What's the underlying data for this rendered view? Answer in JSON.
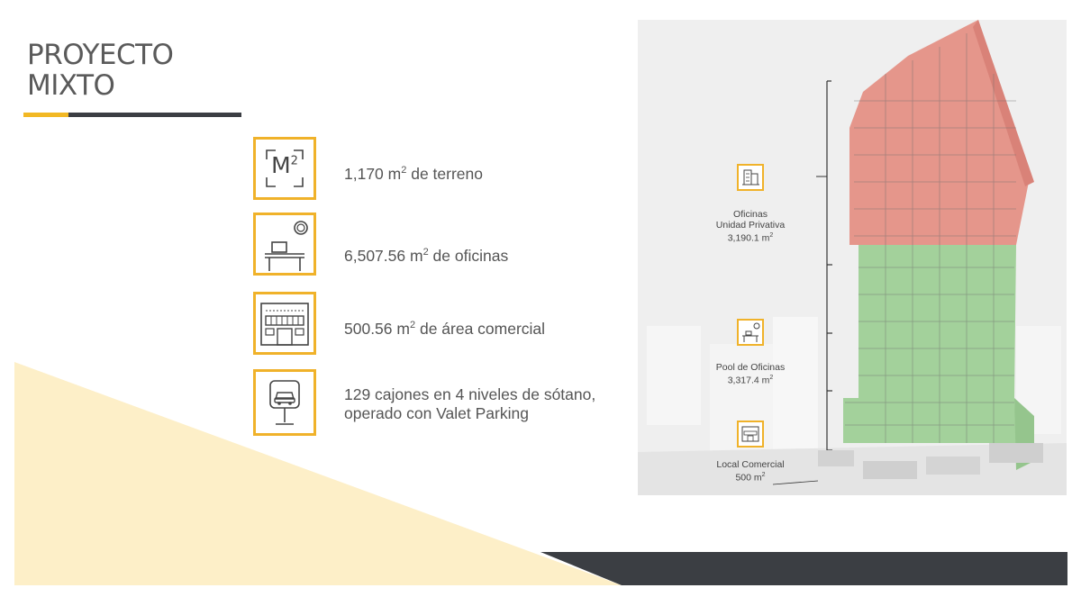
{
  "title": {
    "line1": "PROYECTO",
    "line2": "MIXTO"
  },
  "features": [
    {
      "icon": "m2-area-icon",
      "icon_text": "M",
      "icon_sup": "2",
      "value": "1,170 m",
      "sup": "2",
      "rest": " de terreno"
    },
    {
      "icon": "office-desk-icon",
      "value": "6,507.56 m",
      "sup": "2",
      "rest": " de oficinas"
    },
    {
      "icon": "storefront-icon",
      "value": "500.56 m",
      "sup": "2",
      "rest": " de área comercial"
    },
    {
      "icon": "car-parking-icon",
      "line1": "129 cajones en 4 niveles de sótano,",
      "line2": "operado con Valet Parking"
    }
  ],
  "building": {
    "sections": [
      {
        "icon": "office-building-icon",
        "line1": "Oficinas",
        "line2": "Unidad Privativa",
        "line3": "3,190.1 m",
        "sup": "2",
        "color": "#e8958a"
      },
      {
        "icon": "office-desk-icon",
        "line1": "Pool de Oficinas",
        "line2": "3,317.4 m",
        "sup": "2",
        "color": "#9bcf94"
      },
      {
        "icon": "storefront-icon",
        "line1": "Local Comercial",
        "line2": "500 m",
        "sup": "2"
      }
    ]
  },
  "colors": {
    "accent": "#f0b22a",
    "dark": "#3b3e43",
    "cream": "#fdefc8"
  }
}
